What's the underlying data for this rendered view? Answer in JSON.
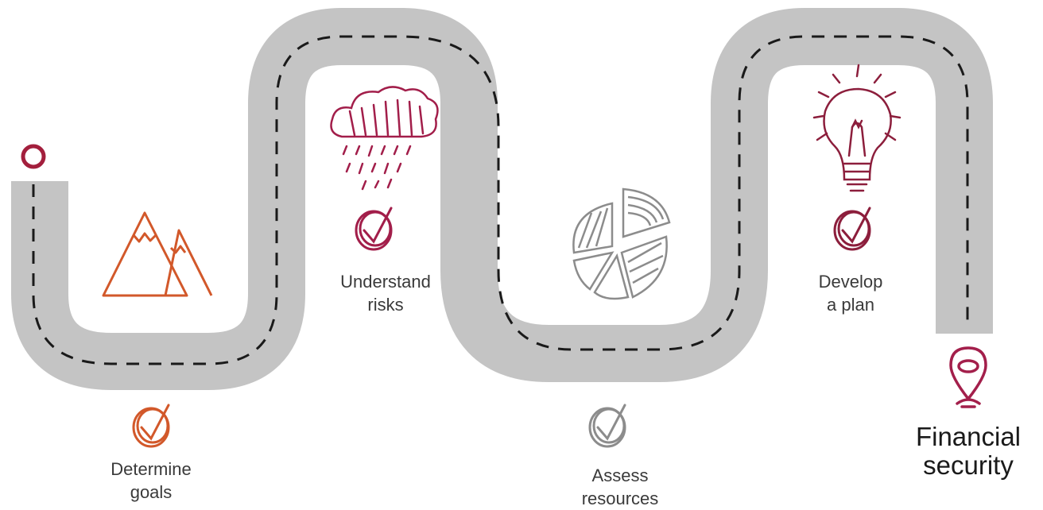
{
  "steps": [
    {
      "line1": "Determine",
      "line2": "goals",
      "icon": "mountains-icon",
      "color": "#d2582a"
    },
    {
      "line1": "Understand",
      "line2": "risks",
      "icon": "rain-cloud-icon",
      "color": "#a21e4a"
    },
    {
      "line1": "Assess",
      "line2": "resources",
      "icon": "pie-chart-icon",
      "color": "#8c8c8c"
    },
    {
      "line1": "Develop",
      "line2": "a plan",
      "icon": "lightbulb-icon",
      "color": "#8c1e3c"
    }
  ],
  "destination": {
    "line1": "Financial",
    "line2": "security",
    "icon": "map-pin-icon",
    "color": "#a31f4b"
  },
  "colors": {
    "road": "#c4c4c4",
    "dash": "#1a1a1a",
    "start": "#a31f3d"
  }
}
